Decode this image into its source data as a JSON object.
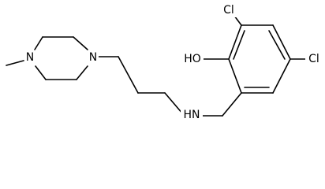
{
  "structure": {
    "atom_labels": {
      "chlorine_top": "Cl",
      "chlorine_right": "Cl",
      "hydroxyl": "HO",
      "amine": "HN",
      "piperazine_n_left": "N",
      "piperazine_n_right": "N"
    }
  }
}
